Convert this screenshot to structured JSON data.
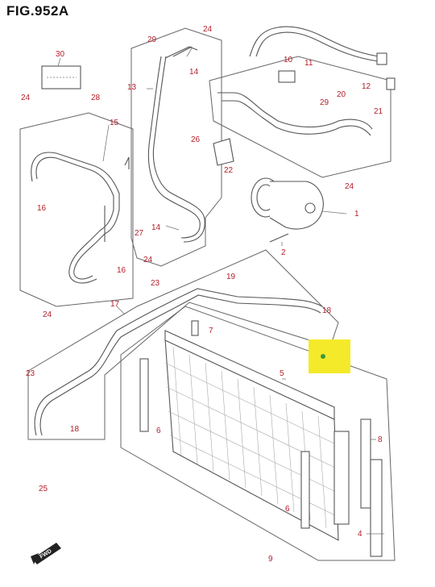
{
  "figure": {
    "title": "FIG.952A"
  },
  "callouts": {
    "p1": "1",
    "p2": "2",
    "p4": "4",
    "p5": "5",
    "p6a": "6",
    "p6b": "6",
    "p7": "7",
    "p8": "8",
    "p9": "9",
    "p10": "10",
    "p11": "11",
    "p12": "12",
    "p13": "13",
    "p14a": "14",
    "p14b": "14",
    "p15": "15",
    "p16a": "16",
    "p16b": "16",
    "p17": "17",
    "p18a": "18",
    "p18b": "18",
    "p19": "19",
    "p20": "20",
    "p21": "21",
    "p22": "22",
    "p23a": "23",
    "p23b": "23",
    "p24a": "24",
    "p24b": "24",
    "p24c": "24",
    "p24d": "24",
    "p24e": "24",
    "p25": "25",
    "p26": "26",
    "p27": "27",
    "p28": "28",
    "p29a": "29",
    "p29b": "29",
    "p30": "30"
  },
  "fwd_label": "FWD",
  "colors": {
    "highlight": "#f4ea2a",
    "highlight_marker": "#3a9a3a",
    "callout": "#b3202a",
    "line": "#555555"
  }
}
